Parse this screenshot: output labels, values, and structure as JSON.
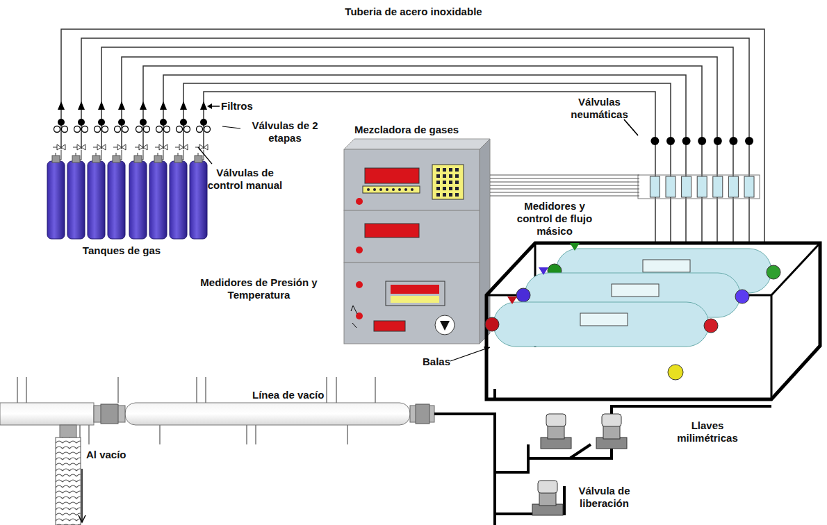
{
  "diagram": {
    "labels": [
      "Tuberia de acero inoxidable",
      "Filtros",
      "Válvulas de 2 etapas",
      "Válvulas de control manual",
      "Mezcladora de gases",
      "Válvulas neumáticas",
      "Tanques de gas",
      "Medidores y control de flujo másico",
      "Medidores de Presión y Temperatura",
      "Línea de vacío",
      "Balas",
      "Al vacío",
      "Llaves milimétricas",
      "Válvula de liberación"
    ]
  }
}
